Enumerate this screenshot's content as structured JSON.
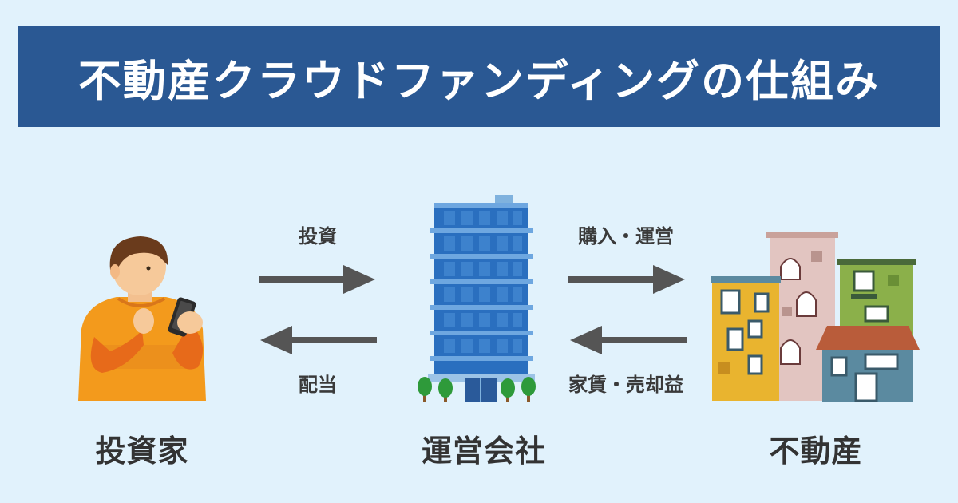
{
  "title": "不動産クラウドファンディングの仕組み",
  "nodes": {
    "investor": "投資家",
    "operator": "運営会社",
    "realestate": "不動産"
  },
  "flows": {
    "investment": "投資",
    "dividend": "配当",
    "purchase_operation": "購入・運営",
    "rent_sale_profit": "家賃・売却益"
  },
  "colors": {
    "banner": "#2a5893",
    "background": "#e1f2fc",
    "arrow": "#555555"
  },
  "icons": [
    "person-with-phone-icon",
    "office-building-icon",
    "apartment-buildings-icon"
  ]
}
